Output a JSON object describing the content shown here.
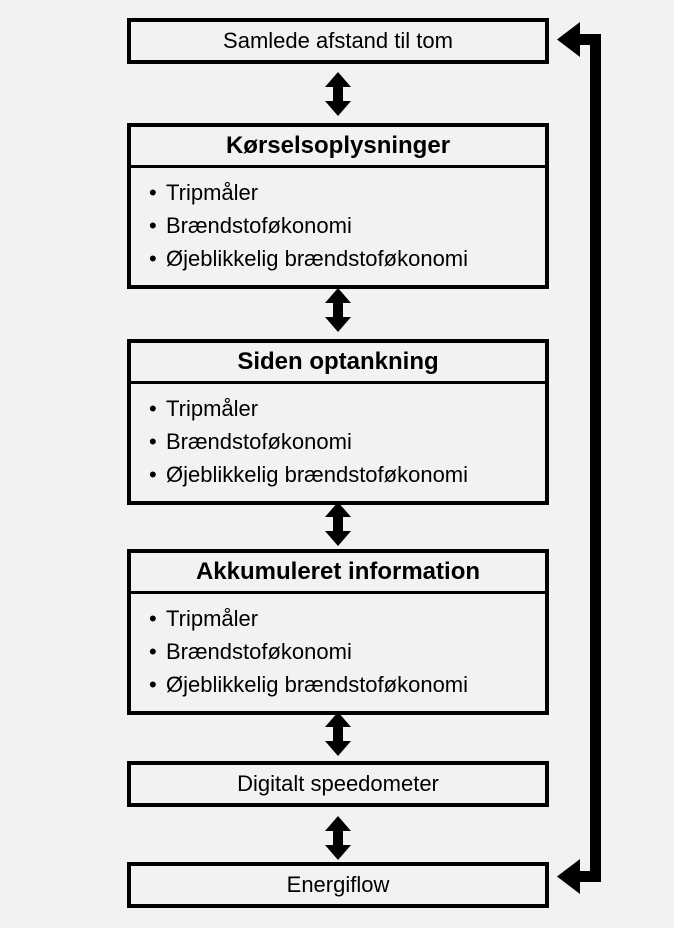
{
  "diagram": {
    "title": "Kørselsoplysninger flowdiagram",
    "language": "da",
    "type": "vertical-flow-with-feedback-loop",
    "colors": {
      "background": "#f1f3f2",
      "box_fill": "#f1f3f2",
      "stroke": "#000000",
      "text": "#000000"
    },
    "bullet_glyph": "•",
    "nodes": [
      {
        "id": "samlede-afstand-til-tom",
        "title": "Samlede afstand til tom",
        "style": "simple",
        "items": []
      },
      {
        "id": "koerselsoplysninger",
        "title": "Kørselsoplysninger",
        "style": "compound",
        "items": [
          "Tripmåler",
          "Brændstoføkonomi",
          "Øjeblikkelig brændstoføkonomi"
        ]
      },
      {
        "id": "siden-optankning",
        "title": "Siden optankning",
        "style": "compound",
        "items": [
          "Tripmåler",
          "Brændstoføkonomi",
          "Øjeblikkelig brændstoføkonomi"
        ]
      },
      {
        "id": "akkumuleret-information",
        "title": "Akkumuleret information",
        "style": "compound",
        "items": [
          "Tripmåler",
          "Brændstoføkonomi",
          "Øjeblikkelig brændstoføkonomi"
        ]
      },
      {
        "id": "digitalt-speedometer",
        "title": "Digitalt speedometer",
        "style": "simple",
        "items": []
      },
      {
        "id": "energiflow",
        "title": "Energiflow",
        "style": "simple",
        "items": []
      }
    ],
    "connectors": [
      {
        "id": "connector-1",
        "from": "samlede-afstand-til-tom",
        "to": "koerselsoplysninger",
        "kind": "double-arrow-vertical"
      },
      {
        "id": "connector-2",
        "from": "koerselsoplysninger",
        "to": "siden-optankning",
        "kind": "double-arrow-vertical"
      },
      {
        "id": "connector-3",
        "from": "siden-optankning",
        "to": "akkumuleret-information",
        "kind": "double-arrow-vertical"
      },
      {
        "id": "connector-4",
        "from": "akkumuleret-information",
        "to": "digitalt-speedometer",
        "kind": "double-arrow-vertical"
      },
      {
        "id": "connector-5",
        "from": "digitalt-speedometer",
        "to": "energiflow",
        "kind": "double-arrow-vertical"
      }
    ],
    "feedback_loop": {
      "id": "wrap-around-loop",
      "kind": "double-arrow-bracket",
      "top_target": "samlede-afstand-til-tom",
      "bottom_target": "energiflow",
      "arrow_direction": "left"
    }
  }
}
